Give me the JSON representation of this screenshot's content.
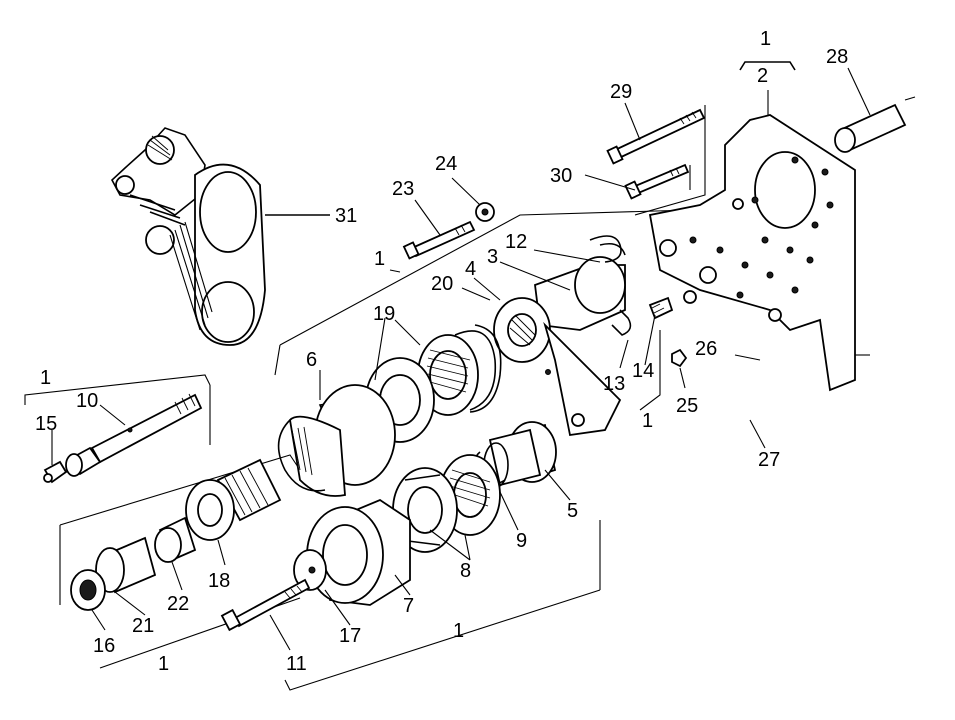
{
  "callouts": [
    "1",
    "2",
    "28",
    "29",
    "30",
    "24",
    "23",
    "31",
    "1",
    "20",
    "4",
    "3",
    "12",
    "19",
    "6",
    "13",
    "14",
    "26",
    "25",
    "1",
    "1",
    "10",
    "15",
    "27",
    "18",
    "5",
    "9",
    "8",
    "22",
    "21",
    "16",
    "7",
    "17",
    "1",
    "11",
    "1"
  ]
}
